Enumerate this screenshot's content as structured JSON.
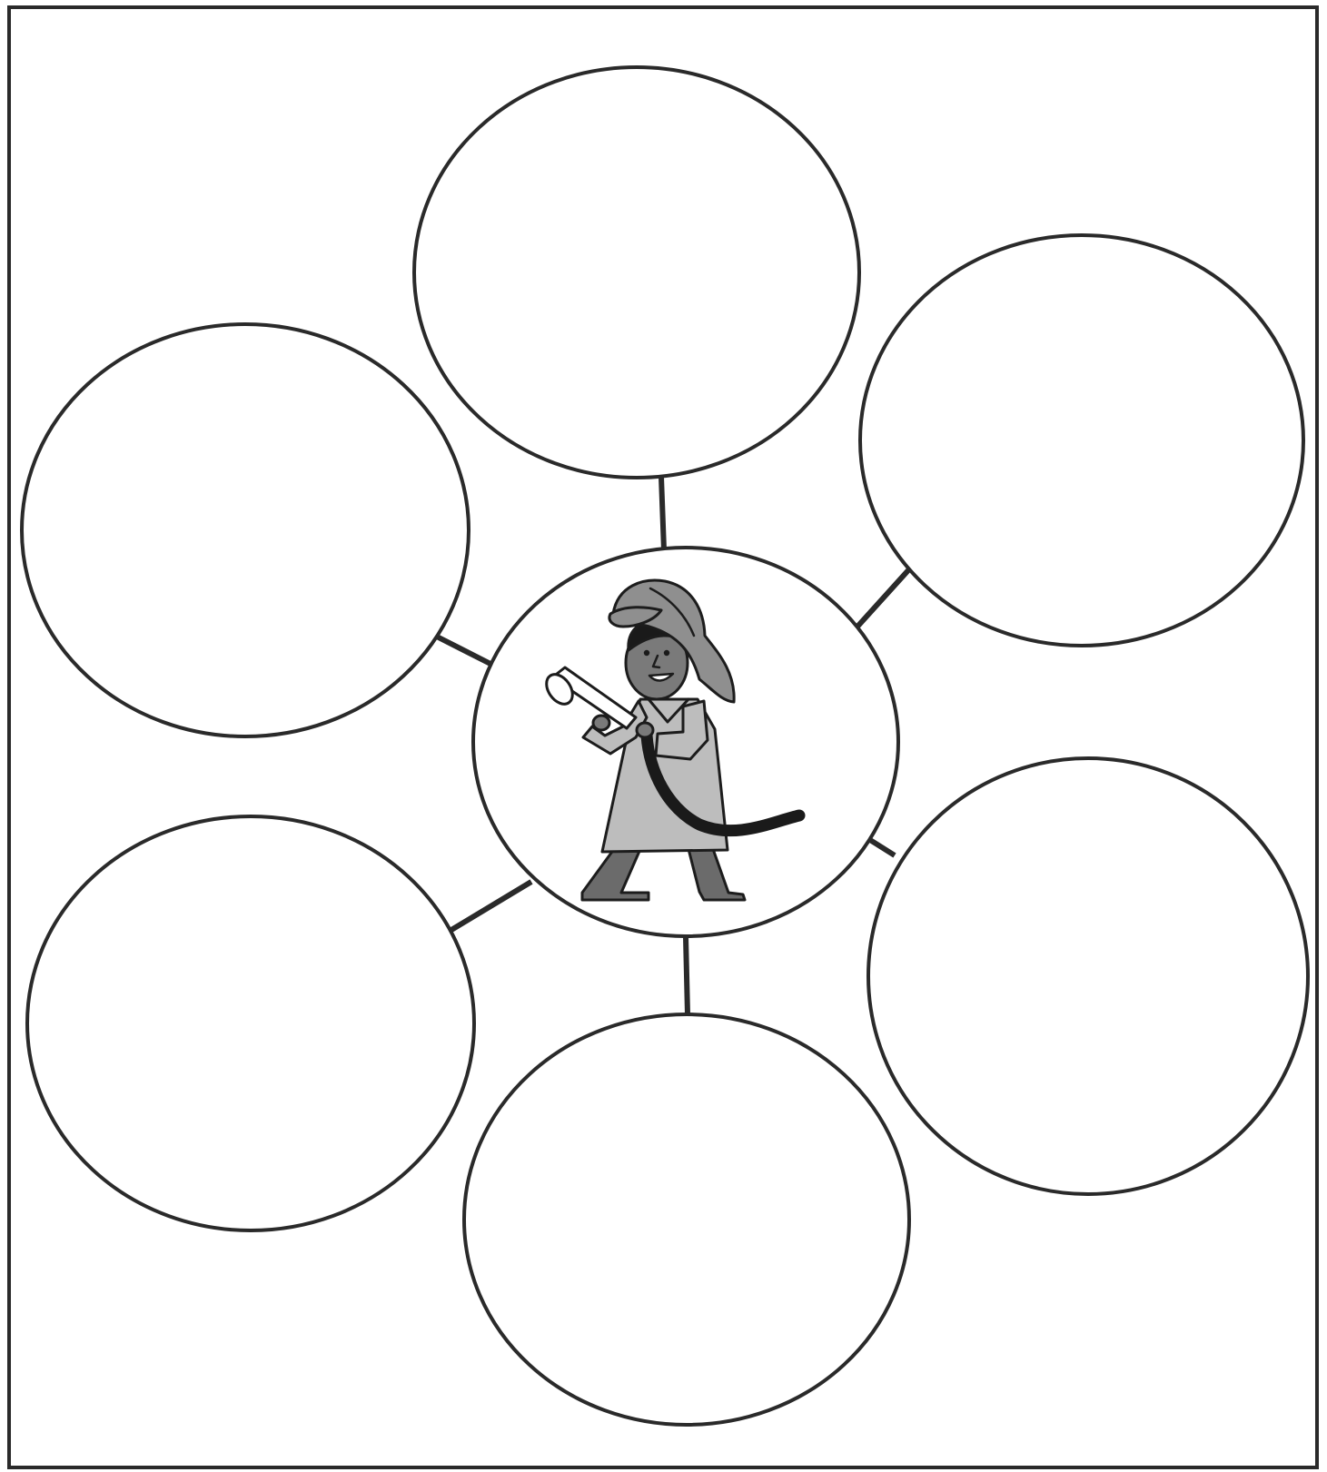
{
  "diagram": {
    "kind": "bubble-map",
    "center_icon": "firefighter-with-hose-icon",
    "outer_bubble_count": 6,
    "outer_bubbles": [
      {
        "position": "top",
        "text": ""
      },
      {
        "position": "top-right",
        "text": ""
      },
      {
        "position": "bottom-right",
        "text": ""
      },
      {
        "position": "bottom",
        "text": ""
      },
      {
        "position": "bottom-left",
        "text": ""
      },
      {
        "position": "top-left",
        "text": ""
      }
    ],
    "colors": {
      "stroke": "#2a2a2a",
      "fill": "#ffffff",
      "helmet": "#8f8f8f",
      "coat": "#bdbdbd",
      "skin": "#7a7a7a",
      "boots": "#6b6b6b",
      "hose": "#1a1a1a"
    }
  }
}
